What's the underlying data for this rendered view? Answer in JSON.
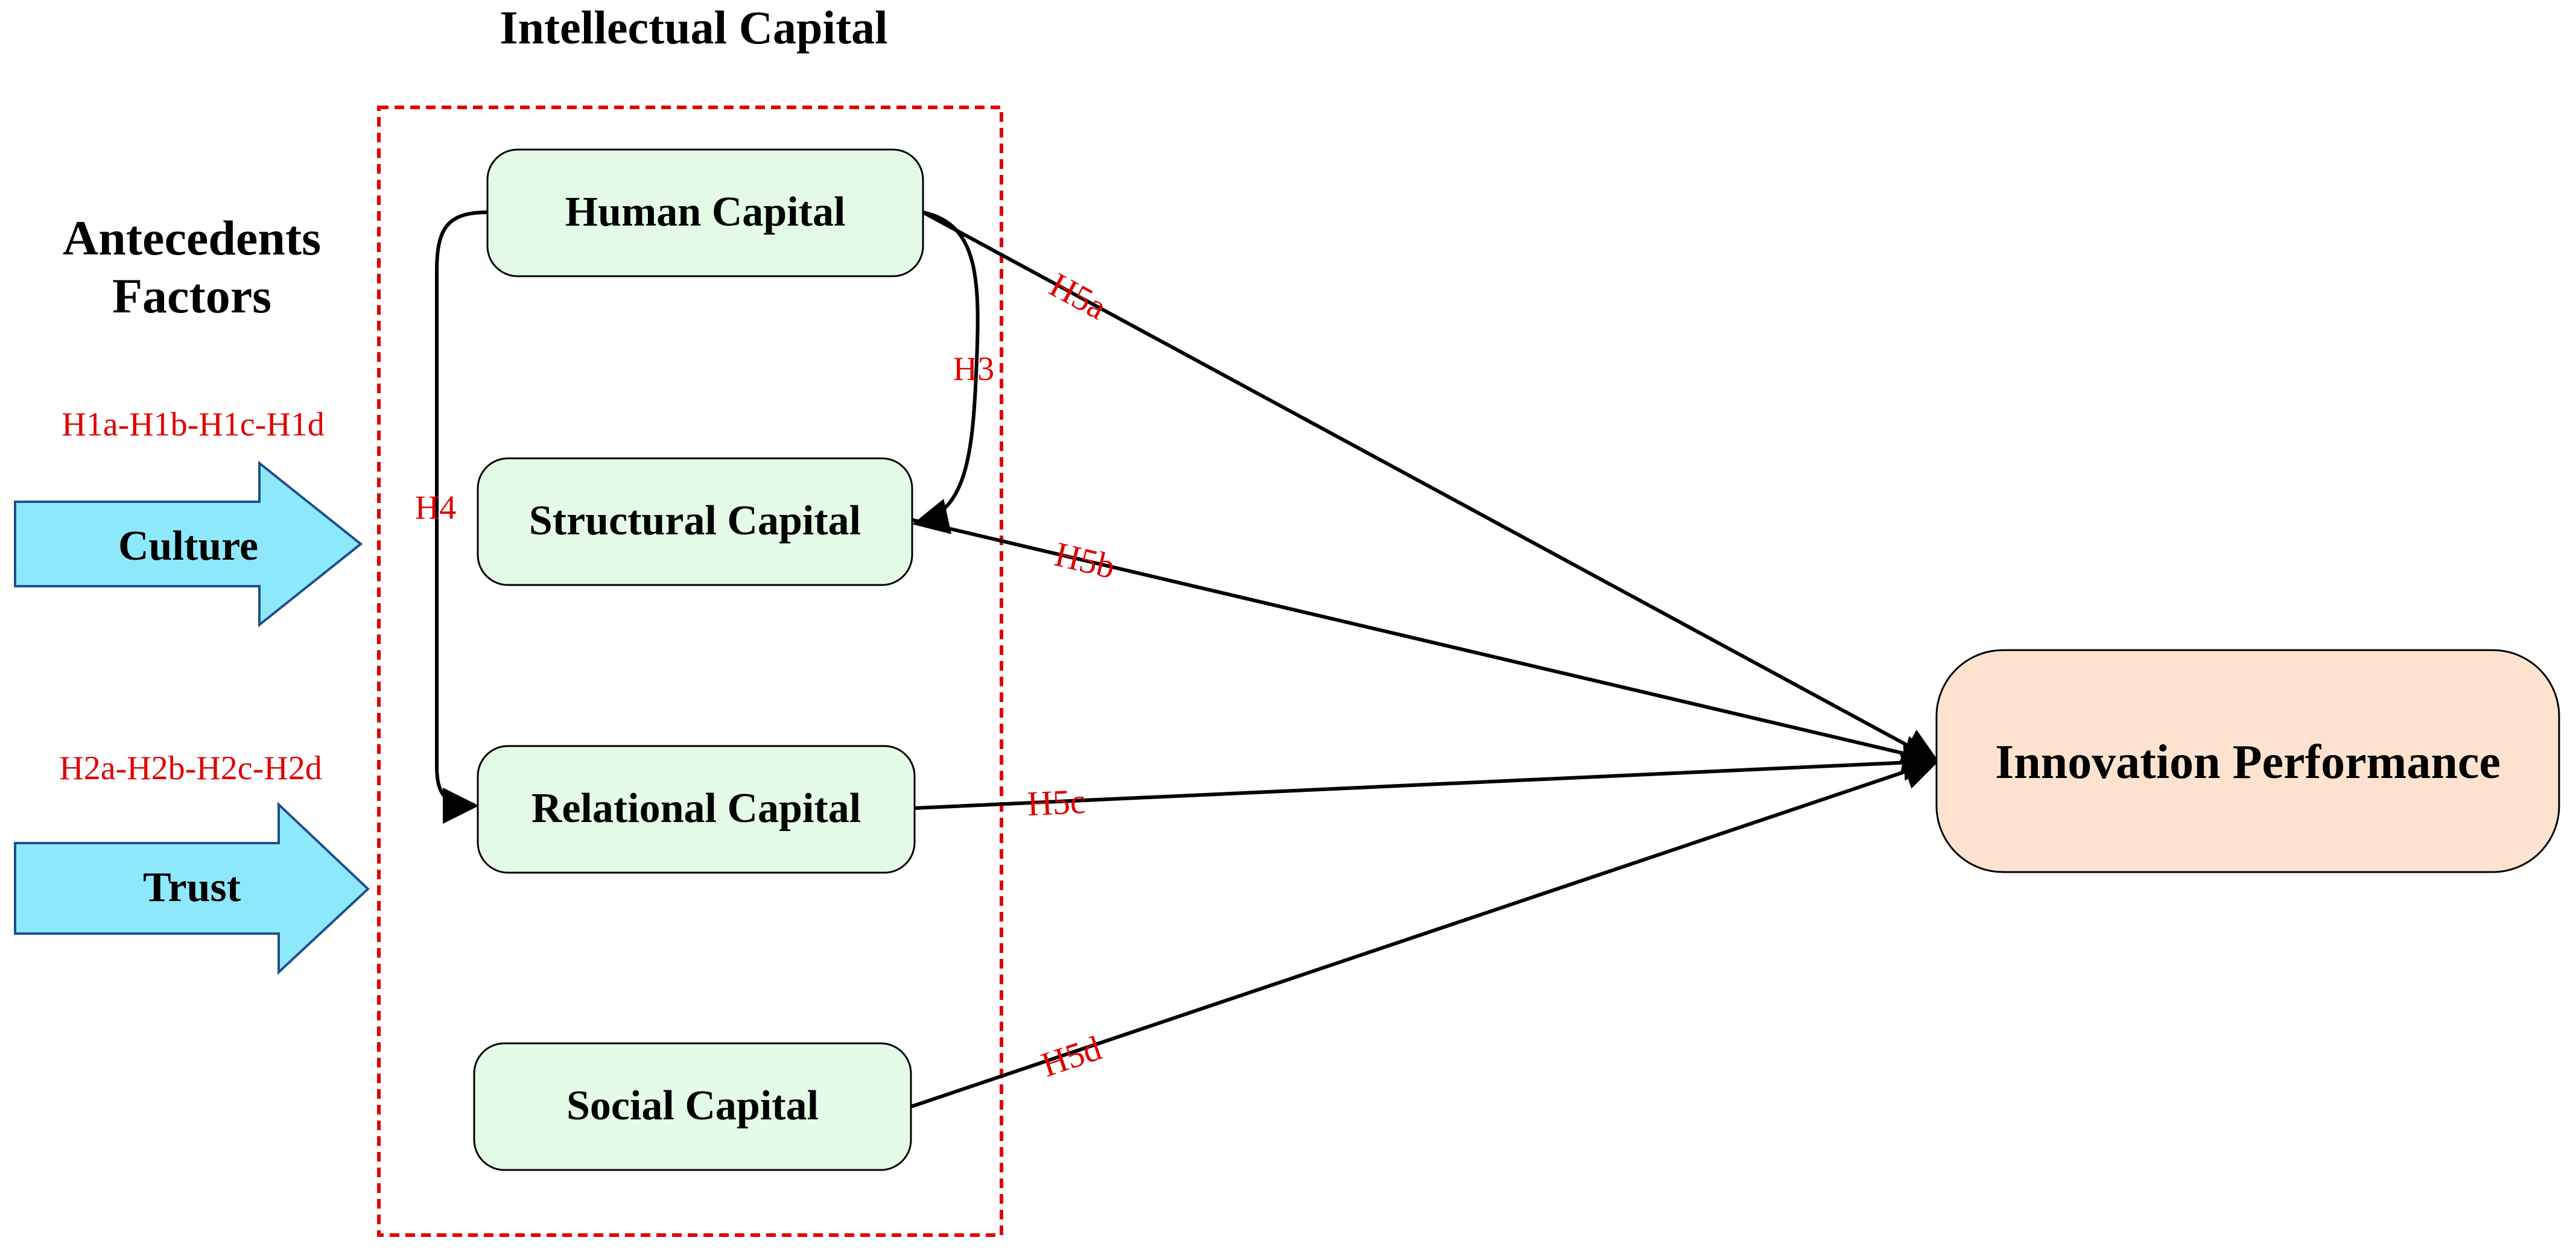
{
  "headings": {
    "intellectual_capital": "Intellectual Capital",
    "antecedents_line1": "Antecedents",
    "antecedents_line2": "Factors"
  },
  "antecedents": {
    "culture": "Culture",
    "trust": "Trust"
  },
  "antecedent_hypotheses": {
    "culture": "H1a-H1b-H1c-H1d",
    "trust": "H2a-H2b-H2c-H2d"
  },
  "capitals": {
    "human": "Human Capital",
    "structural": "Structural Capital",
    "relational": "Relational Capital",
    "social": "Social Capital"
  },
  "outcome": "Innovation Performance",
  "hypotheses": {
    "h3": "H3",
    "h4": "H4",
    "h5a": "H5a",
    "h5b": "H5b",
    "h5c": "H5c",
    "h5d": "H5d"
  },
  "colors": {
    "capital_box": "#e3fbe6",
    "outcome_box": "#fde3cf",
    "antecedent_arrow": "#8ee8fb",
    "hypothesis_text": "#e00000",
    "frame": "#e00000"
  }
}
